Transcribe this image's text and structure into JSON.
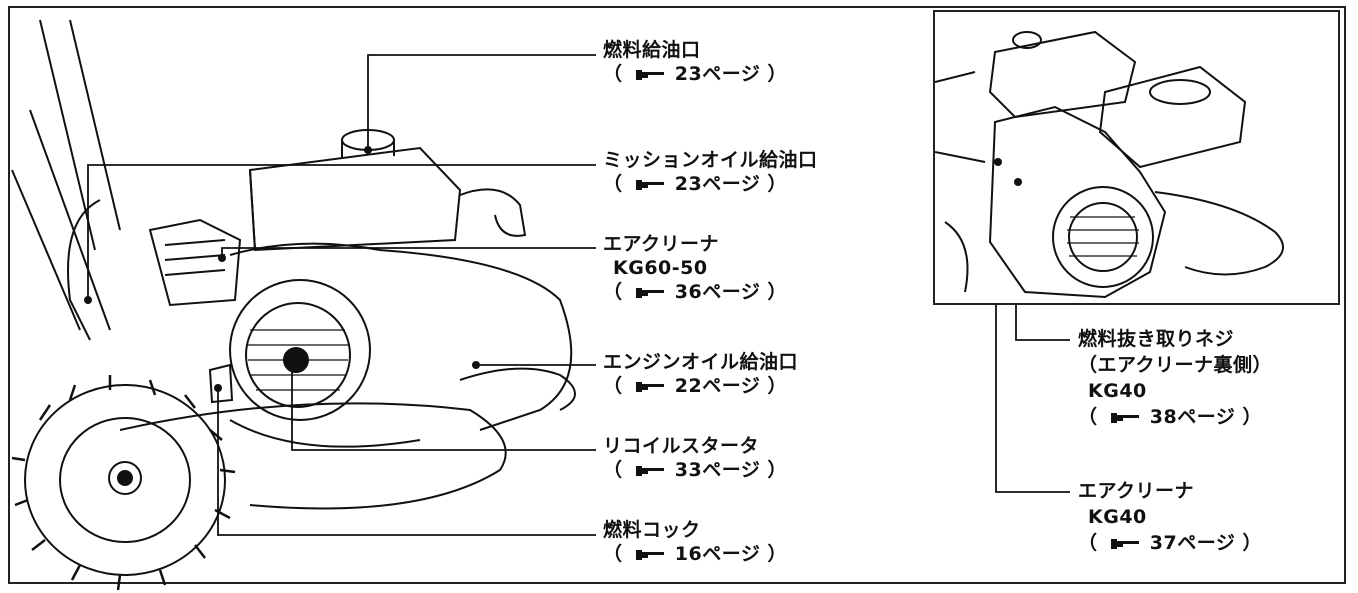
{
  "labels": {
    "fuel_inlet": {
      "name": "燃料給油口",
      "page": "23ページ"
    },
    "mission_oil_inlet": {
      "name": "ミッションオイル給油口",
      "page": "23ページ"
    },
    "air_cleaner_kg6050": {
      "name": "エアクリーナ",
      "model": "KG60-50",
      "page": "36ページ"
    },
    "engine_oil_inlet": {
      "name": "エンジンオイル給油口",
      "page": "22ページ"
    },
    "recoil_starter": {
      "name": "リコイルスタータ",
      "page": "33ページ"
    },
    "fuel_cock": {
      "name": "燃料コック",
      "page": "16ページ"
    },
    "fuel_drain_screw": {
      "name": "燃料抜き取りネジ",
      "note": "（エアクリーナ裏側）",
      "model": "KG40",
      "page": "38ページ"
    },
    "air_cleaner_kg40": {
      "name": "エアクリーナ",
      "model": "KG40",
      "page": "37ページ"
    }
  },
  "ref_open": "（",
  "ref_close": "）",
  "icons": {
    "reference": "pointing-hand-icon"
  }
}
